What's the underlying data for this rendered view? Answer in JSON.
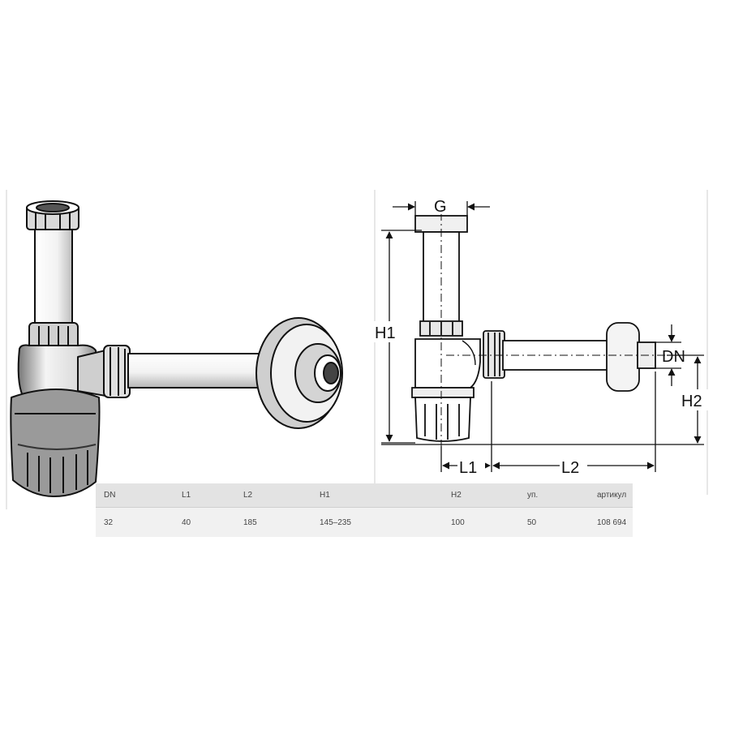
{
  "dimension_labels": {
    "g": "G",
    "h1": "H1",
    "h2": "H2",
    "dn": "DN",
    "l1": "L1",
    "l2": "L2"
  },
  "spec_table": {
    "headers": [
      "DN",
      "L1",
      "L2",
      "H1",
      "H2",
      "уп.",
      "артикул"
    ],
    "rows": [
      [
        "32",
        "40",
        "185",
        "145–235",
        "100",
        "50",
        "108 694"
      ]
    ]
  },
  "colors": {
    "line": "#111111",
    "table_header_bg": "#e3e3e3",
    "table_row_bg": "#f1f1f1"
  }
}
